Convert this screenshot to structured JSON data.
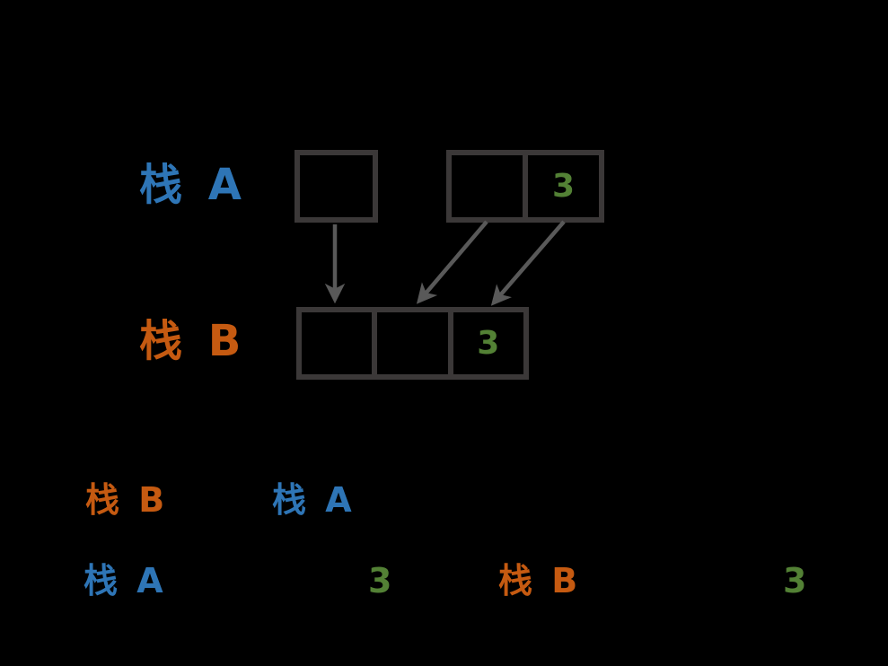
{
  "colors": {
    "background": "#000000",
    "stack_a": "#2E75B6",
    "stack_b": "#C55A11",
    "value": "#538135",
    "box_border": "#3B3838",
    "arrow": "#595959"
  },
  "diagram": {
    "stack_a": {
      "label": "栈 A",
      "single_box_cells": [
        ""
      ],
      "pair_box_cells": [
        "",
        "3"
      ]
    },
    "stack_b": {
      "label": "栈 B",
      "cells": [
        "",
        "",
        "3"
      ]
    }
  },
  "captions": {
    "line1": [
      {
        "text": "栈 B",
        "color": "stack_b"
      },
      {
        "text": "栈 A",
        "color": "stack_a"
      }
    ],
    "line2": [
      {
        "text": "栈 A",
        "color": "stack_a"
      },
      {
        "text": "3",
        "color": "value"
      },
      {
        "text": "栈 B",
        "color": "stack_b"
      },
      {
        "text": "3",
        "color": "value"
      }
    ]
  }
}
